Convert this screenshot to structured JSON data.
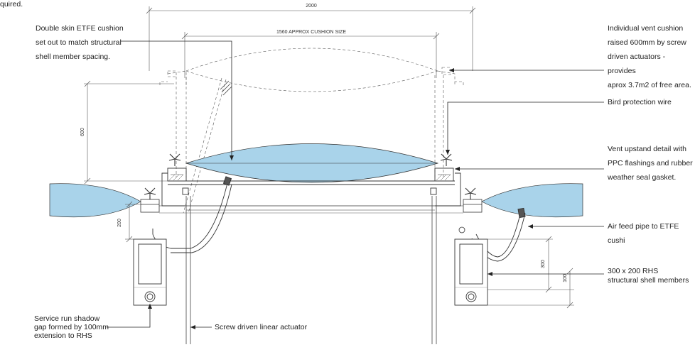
{
  "top_fragment": "quired.",
  "dimensions": {
    "overall_width": "2000",
    "cushion_size": "1560 APPROX CUSHION SIZE",
    "raise_height": "600",
    "upstand_height": "200",
    "rhs_depth": "300",
    "extension": "100"
  },
  "callouts": {
    "etfe_cushion": "Double skin ETFE cushion\nset out to match structural\nshell member spacing.",
    "vent_cushion": "Individual vent cushion\nraised 600mm by screw\ndriven actuators - provides\naprox 3.7m2 of free area.",
    "bird_wire": "Bird protection wire",
    "upstand": "Vent upstand detail with\nPPC flashings and rubber\nweather seal gasket.",
    "air_feed": "Air feed pipe to ETFE cushi",
    "rhs": "300 x 200 RHS\nstructural shell members",
    "service_run": "Service run shadow\ngap formed by 100mm\nextension to RHS",
    "actuator": "Screw driven linear actuator"
  },
  "colors": {
    "cushion_fill": "#a9d3ea",
    "line": "#333333"
  }
}
